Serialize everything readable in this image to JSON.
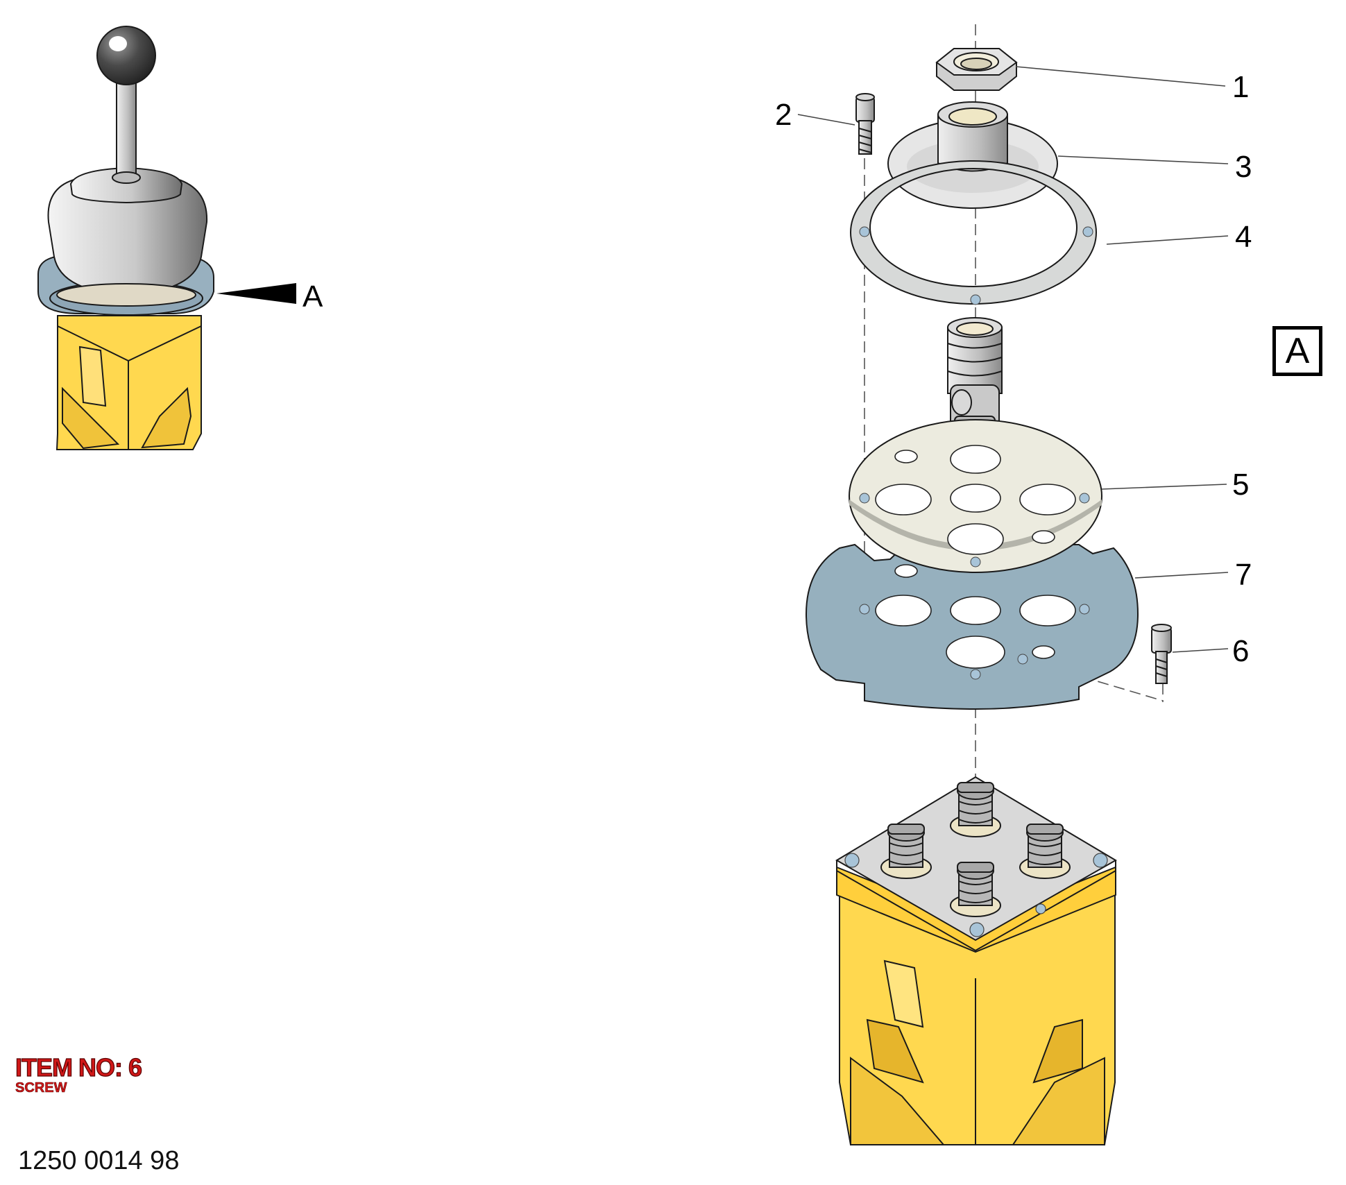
{
  "detail_view": {
    "label": "A",
    "pointer_label": "A"
  },
  "callouts": [
    "1",
    "2",
    "3",
    "4",
    "5",
    "6",
    "7"
  ],
  "item": {
    "title": "ITEM NO: 6",
    "subtitle": "SCREW"
  },
  "document_number": "1250 0014 98",
  "colors": {
    "housing_yellow": "#ffd84f",
    "plate_blue": "#96b0be",
    "plate_cream": "#ecebdf",
    "metal_gray": "#c8c8c8",
    "title_red": "#d01818"
  }
}
